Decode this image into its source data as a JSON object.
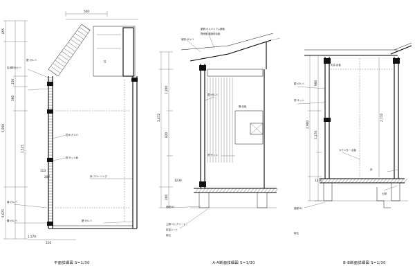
{
  "sheet": {
    "drawings": [
      {
        "id": "plan",
        "caption": "平面詳細図 S=1/30"
      },
      {
        "id": "section-aa",
        "caption": "A-A断面詳細図 S=1/30"
      },
      {
        "id": "section-bb",
        "caption": "B-B断面詳細図 S=1/30"
      }
    ]
  },
  "plan_dims": {
    "top": "500",
    "left_a": "855",
    "left_b": "5,950",
    "left_c": "5,075",
    "mid_a": "113",
    "mid_b": "207",
    "bottom_a": "110",
    "bottom_b": "1,570"
  },
  "section_aa_dims": {
    "height": "3,472",
    "sub_a": "1,200",
    "sub_b": "820",
    "sub_c": "200",
    "base": "1230"
  },
  "section_bb_dims": {
    "height": "2,710",
    "sub_a": "1,170",
    "sub_b": "900",
    "base": "1230"
  },
  "colors": {
    "ink": "#111111",
    "paper": "#ffffff"
  }
}
